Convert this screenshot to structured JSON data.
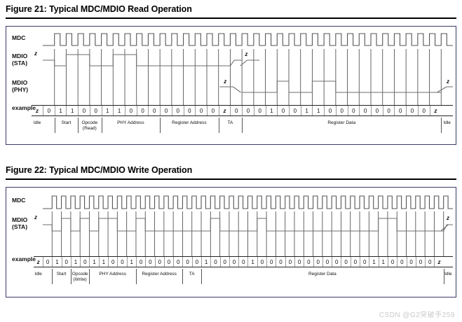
{
  "figures": [
    {
      "id": "figure-21",
      "title": "Figure 21: Typical MDC/MDIO Read Operation",
      "rows": [
        {
          "name": "mdc",
          "label": "MDC",
          "sub": ""
        },
        {
          "name": "mdio-sta",
          "label": "MDIO",
          "sub": "(STA)"
        },
        {
          "name": "mdio-phy",
          "label": "MDIO",
          "sub": "(PHY)"
        },
        {
          "name": "example",
          "label": "example",
          "sub": ""
        }
      ],
      "z_marks": [
        "z",
        "z",
        "z",
        "z",
        "z"
      ],
      "bits": [
        "z",
        "0",
        "1",
        "1",
        "0",
        "0",
        "1",
        "1",
        "0",
        "0",
        "0",
        "0",
        "0",
        "0",
        "0",
        "0",
        "z",
        "0",
        "0",
        "0",
        "1",
        "0",
        "0",
        "1",
        "1",
        "0",
        "0",
        "0",
        "0",
        "0",
        "0",
        "0",
        "0",
        "0",
        "z"
      ],
      "segments": [
        {
          "name": "idle",
          "label": "Idle",
          "start": 0,
          "span": 1
        },
        {
          "name": "start",
          "label": "Start",
          "start": 1,
          "span": 2
        },
        {
          "name": "opcode",
          "label": "Opcode\n(Read)",
          "start": 3,
          "span": 2
        },
        {
          "name": "phy-address",
          "label": "PHY Address",
          "start": 5,
          "span": 5
        },
        {
          "name": "register-address",
          "label": "Register Address",
          "start": 10,
          "span": 5
        },
        {
          "name": "ta",
          "label": "TA",
          "start": 15,
          "span": 2
        },
        {
          "name": "register-data",
          "label": "Register Data",
          "start": 17,
          "span": 17
        },
        {
          "name": "idle-end",
          "label": "Idle",
          "start": 34,
          "span": 1
        }
      ],
      "mdio_sta": {
        "tristate_from": 17,
        "levels": [
          "z",
          "0",
          "1",
          "1",
          "0",
          "0",
          "1",
          "1",
          "0",
          "0",
          "0",
          "0",
          "0",
          "0",
          "0",
          "0",
          "z"
        ]
      },
      "mdio_phy": {
        "tristate_until": 16,
        "levels": [
          "z",
          "0",
          "0",
          "0",
          "1",
          "0",
          "0",
          "1",
          "1",
          "0",
          "0",
          "0",
          "0",
          "0",
          "0",
          "0",
          "0",
          "0",
          "z"
        ]
      },
      "clock_cycles": 34
    },
    {
      "id": "figure-22",
      "title": "Figure 22: Typical MDC/MDIO Write Operation",
      "rows": [
        {
          "name": "mdc",
          "label": "MDC",
          "sub": ""
        },
        {
          "name": "mdio-sta",
          "label": "MDIO",
          "sub": "(STA)"
        },
        {
          "name": "example",
          "label": "example",
          "sub": ""
        }
      ],
      "z_marks": [
        "z",
        "z"
      ],
      "bits": [
        "z",
        "0",
        "1",
        "0",
        "1",
        "0",
        "1",
        "1",
        "0",
        "0",
        "1",
        "0",
        "0",
        "0",
        "0",
        "0",
        "0",
        "0",
        "1",
        "0",
        "0",
        "0",
        "0",
        "1",
        "0",
        "0",
        "0",
        "0",
        "0",
        "0",
        "0",
        "0",
        "0",
        "0",
        "0",
        "0",
        "1",
        "1",
        "0",
        "0",
        "0",
        "0",
        "0",
        "z"
      ],
      "segments": [
        {
          "name": "idle",
          "label": "Idle",
          "start": 0,
          "span": 1
        },
        {
          "name": "start",
          "label": "Start",
          "start": 1,
          "span": 2
        },
        {
          "name": "opcode",
          "label": "Opcode\n(Write)",
          "start": 3,
          "span": 2
        },
        {
          "name": "phy-address",
          "label": "PHY Address",
          "start": 5,
          "span": 5
        },
        {
          "name": "register-address",
          "label": "Register Address",
          "start": 10,
          "span": 5
        },
        {
          "name": "ta",
          "label": "TA",
          "start": 15,
          "span": 2
        },
        {
          "name": "register-data",
          "label": "Register Data",
          "start": 17,
          "span": 26
        },
        {
          "name": "idle-end",
          "label": "Idle",
          "start": 43,
          "span": 1
        }
      ],
      "mdio_sta": {
        "levels": [
          "z",
          "0",
          "1",
          "0",
          "1",
          "0",
          "1",
          "1",
          "0",
          "0",
          "1",
          "0",
          "0",
          "0",
          "0",
          "0",
          "0",
          "0",
          "1",
          "0",
          "0",
          "0",
          "0",
          "1",
          "0",
          "0",
          "0",
          "0",
          "0",
          "0",
          "0",
          "0",
          "0",
          "0",
          "0",
          "0",
          "1",
          "1",
          "0",
          "0",
          "0",
          "0",
          "0",
          "z"
        ]
      },
      "clock_cycles": 43
    }
  ],
  "watermark": "CSDN @G2突破手259",
  "colors": {
    "box_border": "#3a3a6a",
    "waveform": "#6e6e6e",
    "clock": "#555555",
    "tick": "#555555",
    "text": "#111111",
    "rule": "#000000",
    "watermark": "#c9c9c9"
  }
}
